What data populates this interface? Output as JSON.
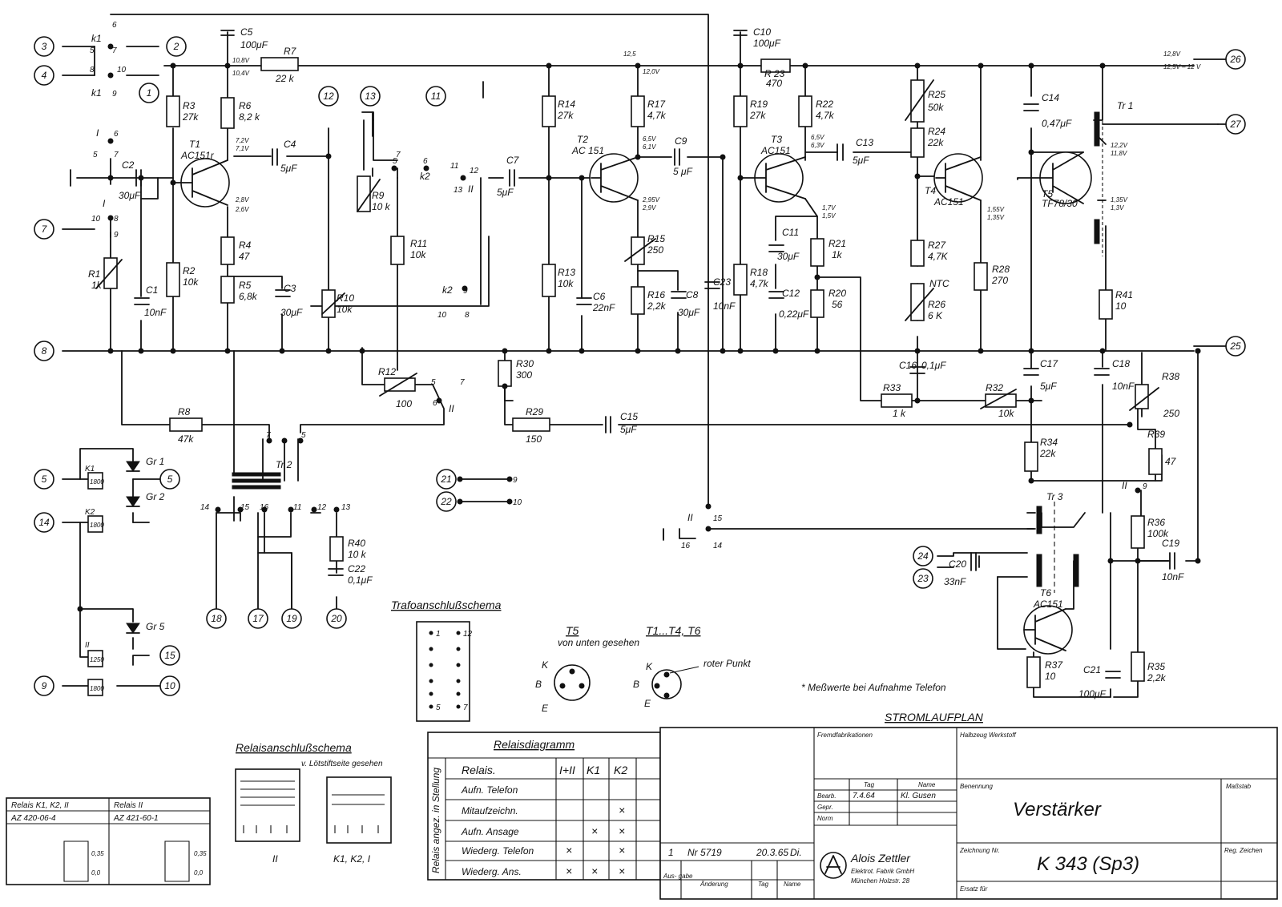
{
  "terminals": {
    "t2": "2",
    "t3": "3",
    "t4": "4",
    "t1": "1",
    "t7": "7",
    "t8": "8",
    "t5a": "5",
    "t5b": "5",
    "t14": "14",
    "t15": "15",
    "t9": "9",
    "t10": "10",
    "t12": "12",
    "t13": "13",
    "t11": "11",
    "t21": "21",
    "t22": "22",
    "t18": "18",
    "t17": "17",
    "t19": "19",
    "t20": "20",
    "t24": "24",
    "t23": "23",
    "t25": "25",
    "t26": "26",
    "t27": "27"
  },
  "parts": {
    "C5": "C5",
    "C5v": "100μF",
    "R7": "R7",
    "R7v": "22 k",
    "R3": "R3",
    "R3v": "27k",
    "R6": "R6",
    "R6v": "8,2 k",
    "T1": "T1",
    "T1t": "AC151r",
    "C4": "C4",
    "C4v": "5μF",
    "C2": "C2",
    "C2v": "30μF",
    "R1": "R1",
    "R1v": "1k",
    "C1": "C1",
    "C1v": "10nF",
    "R2": "R2",
    "R2v": "10k",
    "R4": "R4",
    "R4v": "47",
    "R5": "R5",
    "R5v": "6,8k",
    "C3": "C3",
    "C3v": "30μF",
    "R9": "R9",
    "R9v": "10 k",
    "R10": "R10",
    "R10v": "10k",
    "R11": "R11",
    "R11v": "10k",
    "R12": "R12",
    "R12v": "100",
    "C7": "C7",
    "C7v": "5μF",
    "R14": "R14",
    "R14v": "27k",
    "R13": "R13",
    "R13v": "10k",
    "T2": "T2",
    "T2t": "AC 151",
    "R17": "R17",
    "R17v": "4,7k",
    "C9": "C9",
    "C9v": "5 μF",
    "R15": "R15",
    "R15v": "250",
    "C6": "C6",
    "C6v": "22nF",
    "R16": "R16",
    "R16v": "2,2k",
    "C8": "C8",
    "C8v": "30μF",
    "R30": "R30",
    "R30v": "300",
    "R29": "R29",
    "R29v": "150",
    "C15": "C15",
    "C15v": "5μF",
    "C10": "C10",
    "C10v": "100μF",
    "R23": "R 23",
    "R23v": "470",
    "R19": "R19",
    "R19v": "27k",
    "R22": "R22",
    "R22v": "4,7k",
    "T3": "T3",
    "T3t": "AC151",
    "C13": "C13",
    "C13v": "5μF",
    "C23": "C23",
    "C23v": "10nF",
    "R18": "R18",
    "R18v": "4,7k",
    "C11": "C11",
    "C11v": "30μF",
    "R21": "R21",
    "R21v": "1k",
    "C12": "C12",
    "C12v": "0,22μF",
    "R20": "R20",
    "R20v": "56",
    "R25": "R25",
    "R25v": "50k",
    "R24": "R24",
    "R24v": "22k",
    "T4": "T4",
    "T4t": "AC151",
    "R27": "R27",
    "R27v": "4,7K",
    "NTC": "NTC",
    "R26": "R26",
    "R26v": "6 K",
    "R28": "R28",
    "R28v": "270",
    "C14": "C14",
    "C14v": "0,47μF",
    "T5": "T5",
    "T5t": "TF78/30",
    "R41": "R41",
    "R41v": "10",
    "Tr1": "Tr 1",
    "C16": "C16",
    "C16v": "0,1μF",
    "C17": "C17",
    "C17v": "5μF",
    "C18": "C18",
    "C18v": "10nF",
    "R33": "R33",
    "R33v": "1 k",
    "R32": "R32",
    "R32v": "10k",
    "R38": "R38",
    "R38v": "250",
    "R34": "R34",
    "R34v": "22k",
    "R39": "R39",
    "R39v": "47",
    "R8": "R8",
    "R8v": "47k",
    "Tr2": "Tr 2",
    "R40": "R40",
    "R40v": "10 k",
    "C22": "C22",
    "C22v": "0,1μF",
    "Tr3": "Tr 3",
    "R36": "R36",
    "R36v": "100k",
    "C19": "C19",
    "C19v": "10nF",
    "C20": "C20",
    "C20v": "33nF",
    "T6": "T6",
    "T6t": "AC151",
    "R37": "R37",
    "R37v": "10",
    "C21": "C21",
    "C21v": "100μF",
    "R35": "R35",
    "R35v": "2,2k",
    "Gr1": "Gr 1",
    "Gr2": "Gr 2",
    "Gr5": "Gr 5",
    "K1": "K1",
    "K1v": "1800",
    "K2": "K2",
    "K2v": "1800",
    "II": "II",
    "IIv": "1250",
    "R9800": "1800"
  },
  "voltages": {
    "v1": "10,8V",
    "v2": "10,4V",
    "v3": "7,2V",
    "v4": "7,1V",
    "v5": "2,8V",
    "v6": "2,6V",
    "v7": "12,0V",
    "v8": "6,5V",
    "v9": "6,1V",
    "v10": "2,95V",
    "v11": "2,9V",
    "v12": "6,5V",
    "v13": "6,3V",
    "v14": "1,7V",
    "v15": "1,5V",
    "v16": "1,55V",
    "v17": "1,35V",
    "v18": "12,2V",
    "v19": "11,8V",
    "v20": "1,35V",
    "v21": "1,3V",
    "v22": "12,8V",
    "v23": "12,5V – 12 V",
    "v24": "12,5"
  },
  "switches": {
    "k1": "k1",
    "k2": "k2",
    "I": "I",
    "II": "II",
    "n6": "6",
    "n5": "5",
    "n7": "7",
    "n8": "8",
    "n10": "10",
    "n9": "9",
    "n11": "11",
    "n12": "12",
    "n13": "13",
    "n14": "14",
    "n15": "15",
    "n16": "16"
  },
  "trafo": {
    "title": "Trafoanschlußschema",
    "p1": "1",
    "p12": "12",
    "p5": "5",
    "p7": "7"
  },
  "pinout": {
    "T5": "T5",
    "T5sub": "von unten gesehen",
    "T14": "T1...T4, T6",
    "K": "K",
    "B": "B",
    "E": "E",
    "roter": "roter Punkt"
  },
  "note": "* Meßwerte bei Aufnahme Telefon",
  "relais_schema": {
    "title": "Relaisanschlußschema",
    "sub": "v. Lötstiftseite gesehen",
    "II": "II",
    "K1K2I": "K1, K2, I"
  },
  "relais_table": {
    "h1": "Relais K1, K2, II",
    "h2": "Relais    II",
    "c1": "AZ 420-06-4",
    "c2": "AZ 421-60-1",
    "r1": "0,35",
    "r2": "0,0",
    "r3": "0,35",
    "r4": "0,0"
  },
  "diagram": {
    "title": "Relaisdiagramm",
    "hdr": [
      "Relais.",
      "I+II",
      "K1",
      "K2"
    ],
    "side": "Relais angez. in Stellung",
    "rows": [
      {
        "label": "Aufn. Telefon",
        "a": "",
        "b": "",
        "c": ""
      },
      {
        "label": "Mitaufzeichn.",
        "a": "",
        "b": "",
        "c": "×"
      },
      {
        "label": "Aufn. Ansage",
        "a": "",
        "b": "×",
        "c": "×"
      },
      {
        "label": "Wiederg. Telefon",
        "a": "×",
        "b": "",
        "c": "×"
      },
      {
        "label": "Wiederg. Ans.",
        "a": "×",
        "b": "×",
        "c": "×"
      }
    ]
  },
  "title_block": {
    "stromlaufplan": "STROMLAUFPLAN",
    "fremd": "Fremdfabrikationen",
    "werkstoff": "Halbzeug  Werkstoff",
    "tag": "Tag",
    "name": "Name",
    "bearb": "Bearb.",
    "gepr": "Gepr.",
    "norm": "Norm",
    "bearb_tag": "7.4.64",
    "bearb_name": "Kl. Gusen",
    "benennung": "Benennung",
    "massstab": "Maßstab",
    "title": "Verstärker",
    "company": "Alois Zettler",
    "co2": "Elektrot. Fabrik GmbH",
    "co3": "München  Holzstr. 28",
    "zeichnung": "Zeichnung Nr.",
    "drawing_no": "K 343 (Sp3)",
    "reg": "Reg. Zeichen",
    "ersatz": "Ersatz für",
    "rev_idx": "1",
    "rev_nr": "Nr 5719",
    "rev_tag": "20.3.65",
    "rev_name": "Di.",
    "ausgabe": "Aus-\ngabe",
    "aenderung": "Änderung",
    "col_tag": "Tag",
    "col_name": "Name"
  }
}
